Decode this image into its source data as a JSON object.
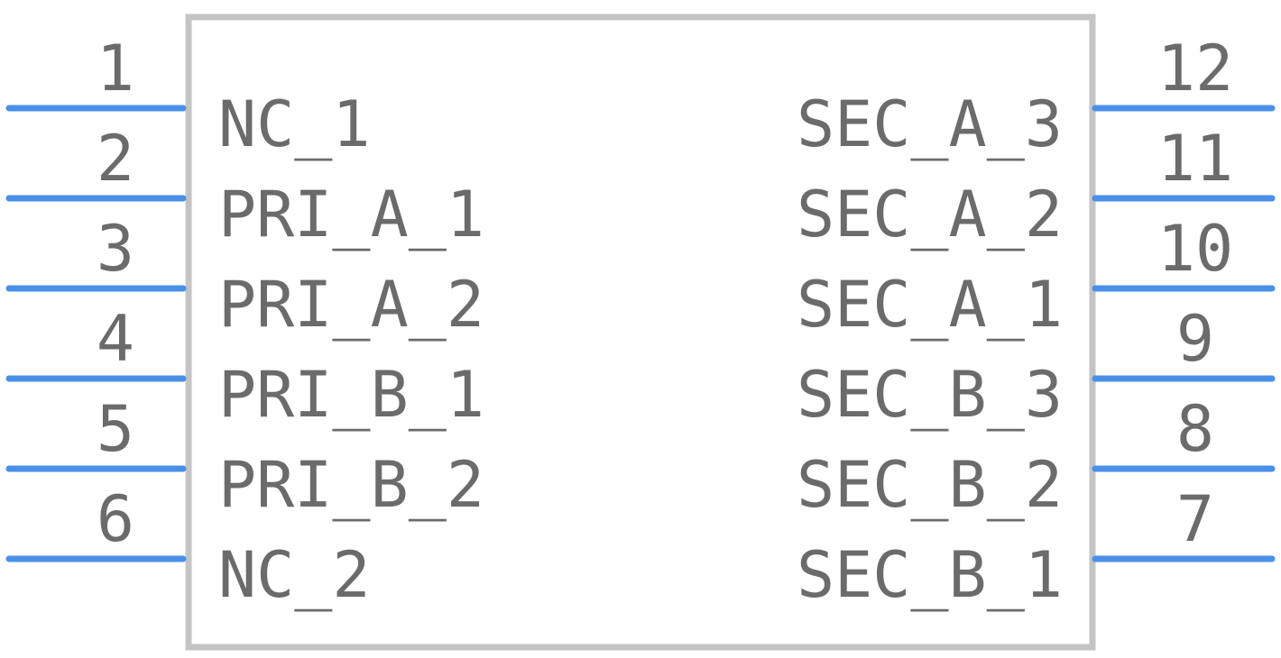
{
  "component": {
    "colors": {
      "pin": "#4a90e8",
      "body_stroke": "#c4c4c4",
      "text": "#6b6b6b"
    },
    "left_pins": [
      {
        "number": "1",
        "name": "NC_1"
      },
      {
        "number": "2",
        "name": "PRI_A_1"
      },
      {
        "number": "3",
        "name": "PRI_A_2"
      },
      {
        "number": "4",
        "name": "PRI_B_1"
      },
      {
        "number": "5",
        "name": "PRI_B_2"
      },
      {
        "number": "6",
        "name": "NC_2"
      }
    ],
    "right_pins": [
      {
        "number": "12",
        "name": "SEC_A_3"
      },
      {
        "number": "11",
        "name": "SEC_A_2"
      },
      {
        "number": "10",
        "name": "SEC_A_1"
      },
      {
        "number": "9",
        "name": "SEC_B_3"
      },
      {
        "number": "8",
        "name": "SEC_B_2"
      },
      {
        "number": "7",
        "name": "SEC_B_1"
      }
    ]
  }
}
